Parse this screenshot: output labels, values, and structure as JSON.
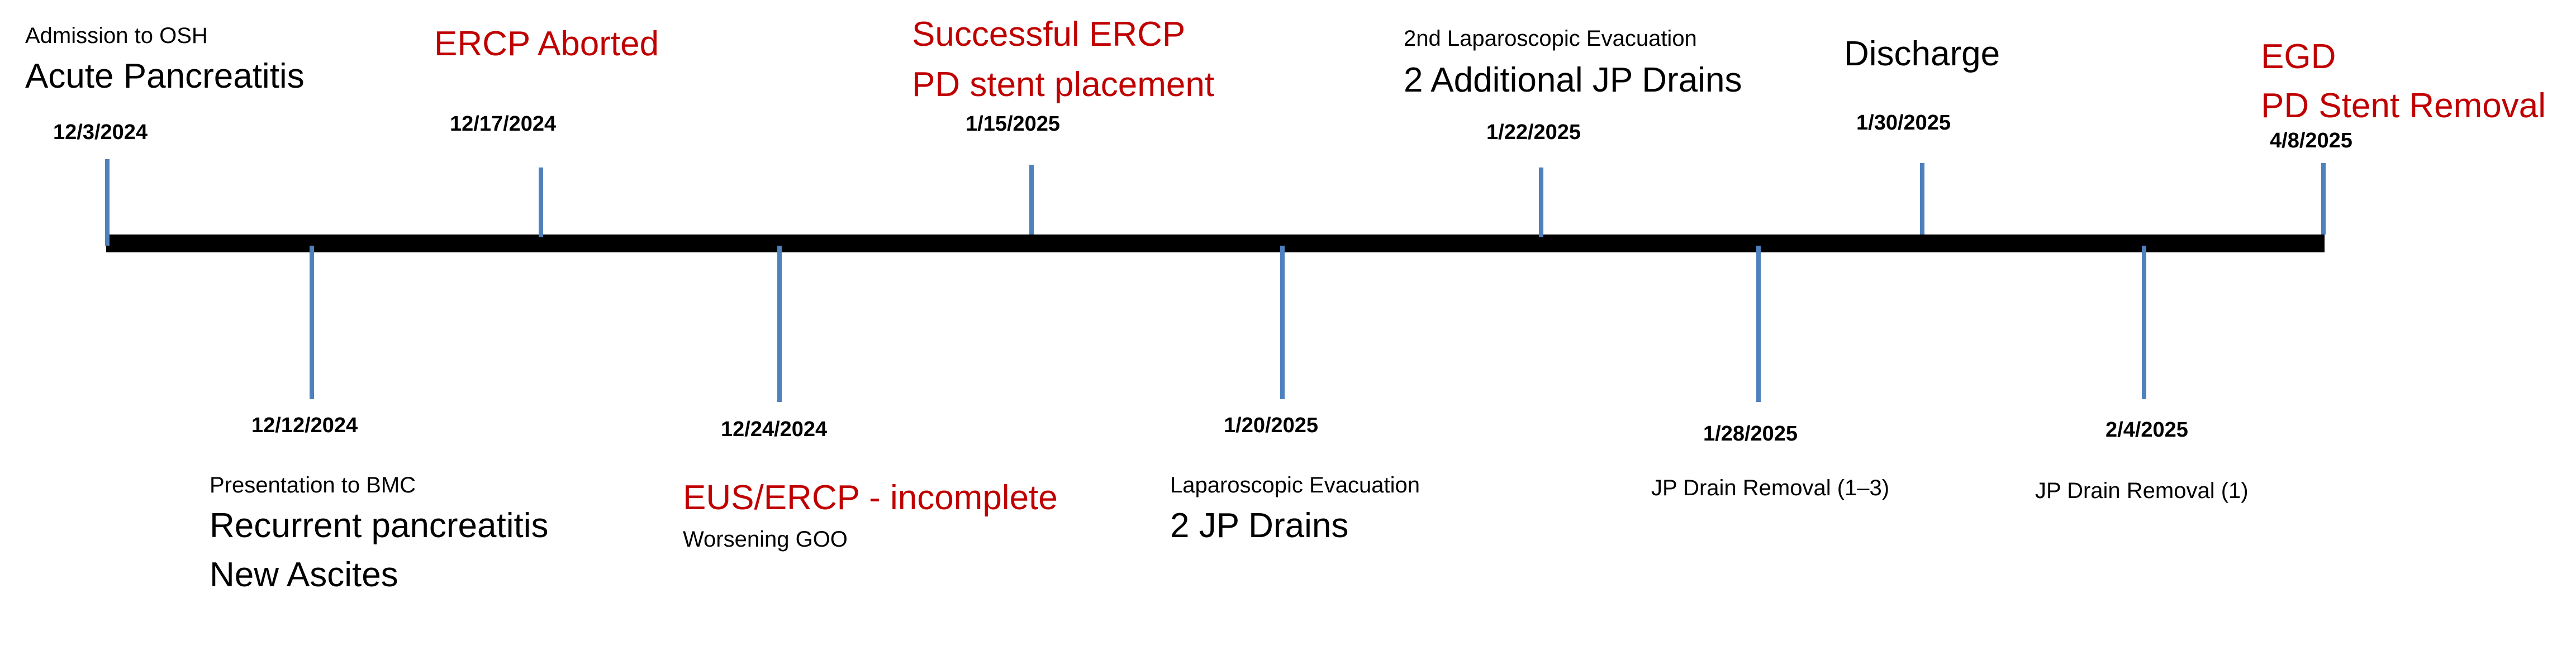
{
  "colors": {
    "axis": "#000000",
    "tick": "#4f81bd",
    "highlight": "#c00000",
    "text": "#000000"
  },
  "events": [
    {
      "id": "e1",
      "date": "12/3/2024",
      "side": "above",
      "lines": [
        {
          "text": "Admission to OSH",
          "style": "small"
        },
        {
          "text": "Acute Pancreatitis",
          "style": "big"
        }
      ]
    },
    {
      "id": "e2",
      "date": "12/12/2024",
      "side": "below",
      "lines": [
        {
          "text": "Presentation to BMC",
          "style": "small"
        },
        {
          "text": "Recurrent pancreatitis",
          "style": "big"
        },
        {
          "text": "New Ascites",
          "style": "big"
        }
      ]
    },
    {
      "id": "e3",
      "date": "12/17/2024",
      "side": "above",
      "lines": [
        {
          "text": "ERCP Aborted",
          "style": "red"
        }
      ]
    },
    {
      "id": "e4",
      "date": "12/24/2024",
      "side": "below",
      "lines": [
        {
          "text": "EUS/ERCP - incomplete",
          "style": "red"
        },
        {
          "text": "Worsening GOO",
          "style": "small"
        }
      ]
    },
    {
      "id": "e5",
      "date": "1/15/2025",
      "side": "above",
      "lines": [
        {
          "text": "Successful ERCP",
          "style": "red"
        },
        {
          "text": "PD stent placement",
          "style": "red"
        }
      ]
    },
    {
      "id": "e6",
      "date": "1/20/2025",
      "side": "below",
      "lines": [
        {
          "text": "Laparoscopic Evacuation",
          "style": "small"
        },
        {
          "text": "2 JP Drains",
          "style": "big"
        }
      ]
    },
    {
      "id": "e7",
      "date": "1/22/2025",
      "side": "above",
      "lines": [
        {
          "text": "2nd Laparoscopic Evacuation",
          "style": "small"
        },
        {
          "text": "2 Additional JP Drains",
          "style": "big"
        }
      ]
    },
    {
      "id": "e8",
      "date": "1/28/2025",
      "side": "below",
      "lines": [
        {
          "text": "JP Drain Removal (1–3)",
          "style": "small"
        }
      ]
    },
    {
      "id": "e9",
      "date": "1/30/2025",
      "side": "above",
      "lines": [
        {
          "text": "Discharge",
          "style": "big"
        }
      ]
    },
    {
      "id": "e10",
      "date": "2/4/2025",
      "side": "below",
      "lines": [
        {
          "text": "JP Drain Removal (1)",
          "style": "small"
        }
      ]
    },
    {
      "id": "e11",
      "date": "4/8/2025",
      "side": "above",
      "lines": [
        {
          "text": "EGD",
          "style": "red"
        },
        {
          "text": "PD Stent Removal",
          "style": "red"
        }
      ]
    }
  ]
}
